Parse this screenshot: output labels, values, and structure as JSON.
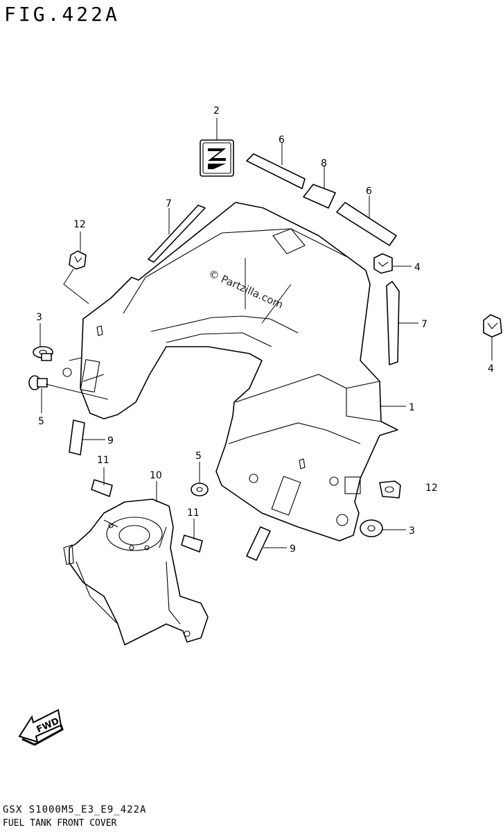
{
  "figure": {
    "title": "FIG.422A",
    "code": "GSX S1000M5_E3_E9_422A",
    "caption": "FUEL TANK FRONT COVER"
  },
  "watermark": "© Partzilla.com",
  "callouts": {
    "c2": "2",
    "c6a": "6",
    "c8": "8",
    "c6b": "6",
    "c7a": "7",
    "c12a": "12",
    "c4a": "4",
    "c4b": "4",
    "c7b": "7",
    "c3a": "3",
    "c5a": "5",
    "c9a": "9",
    "c1": "1",
    "c11a": "11",
    "c10": "10",
    "c5b": "5",
    "c11b": "11",
    "c12b": "12",
    "c3b": "3",
    "c9b": "9"
  },
  "direction_label": "FWD",
  "icons": {
    "logo": "suzuki-emblem-icon",
    "direction": "fwd-arrow-icon"
  }
}
